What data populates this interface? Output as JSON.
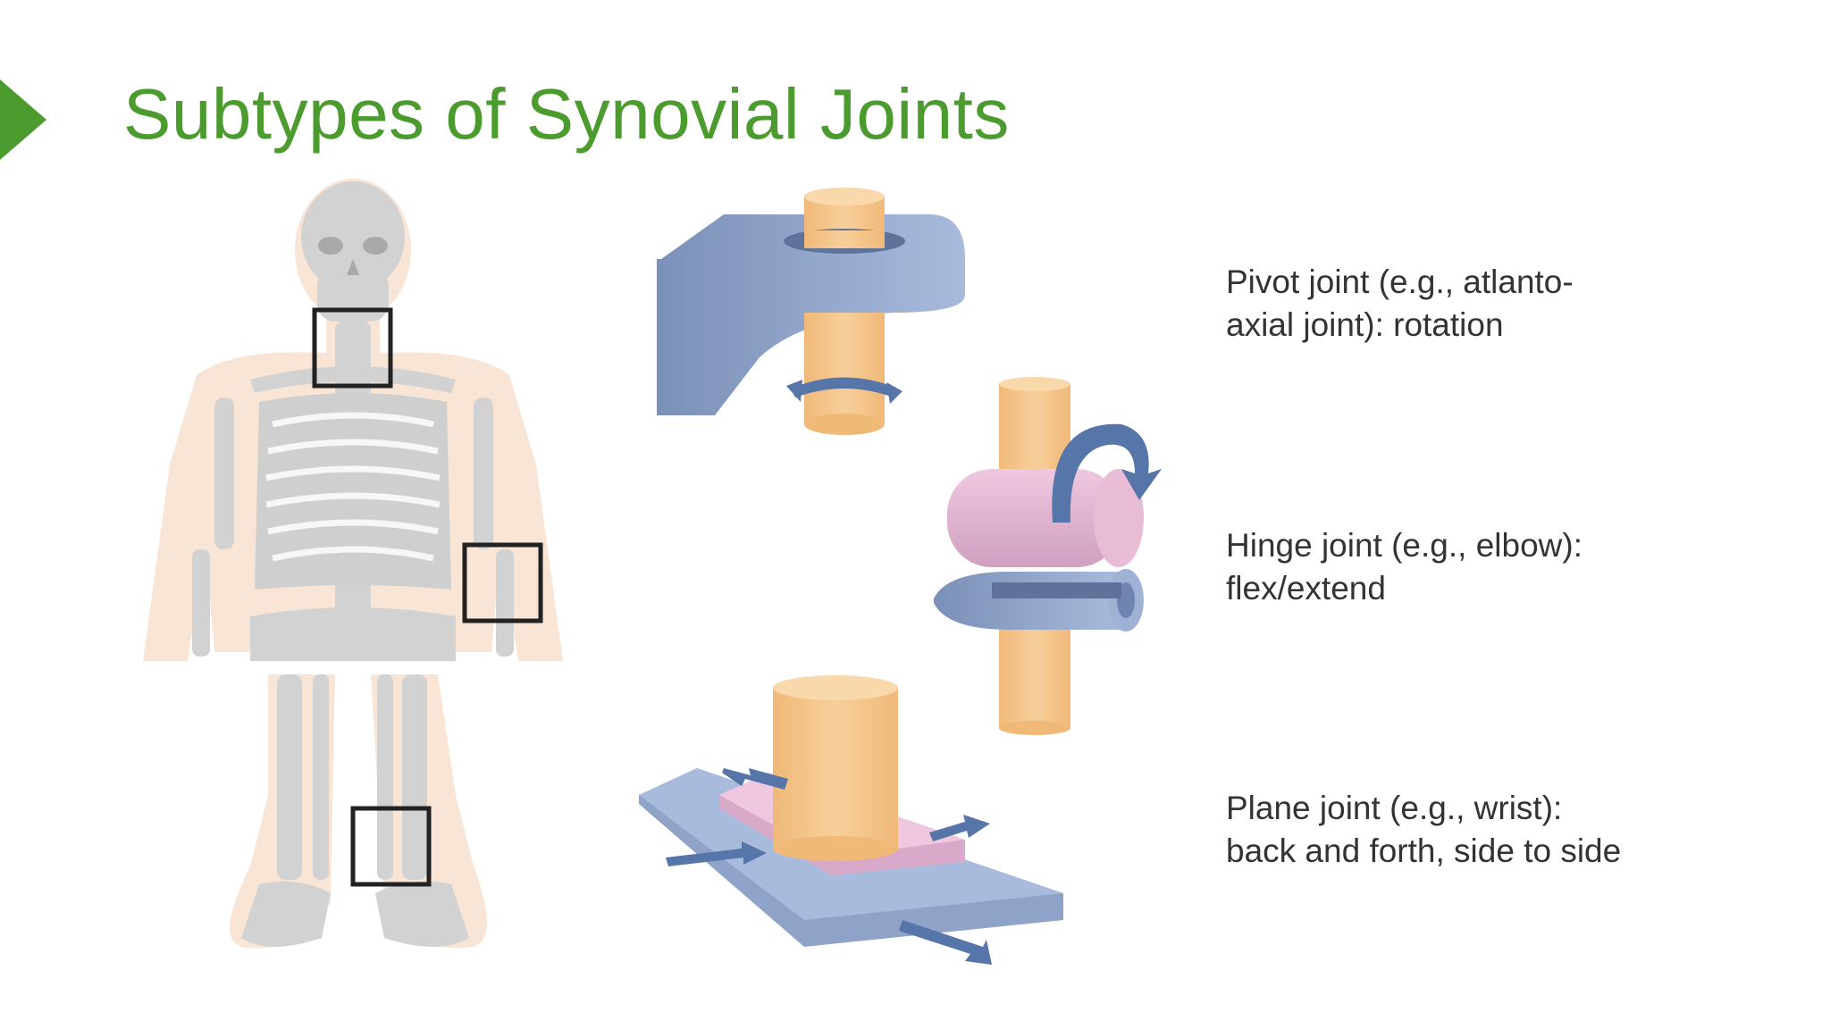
{
  "title": "Subtypes of Synovial Joints",
  "colors": {
    "accent": "#4b9b2f",
    "bone": "#f4c28a",
    "socket": "#8fa3c8",
    "pink": "#e2b6d2",
    "arrow": "#5675a8"
  },
  "labels": [
    {
      "line1": "Pivot joint (e.g., atlanto-",
      "line2": "axial joint): rotation"
    },
    {
      "line1": "Hinge joint (e.g., elbow):",
      "line2": "flex/extend"
    },
    {
      "line1": "Plane joint (e.g., wrist):",
      "line2": "back and forth, side to side"
    }
  ],
  "icons": [
    "skeleton-figure",
    "pivot-joint-diagram",
    "hinge-joint-diagram",
    "plane-joint-diagram"
  ]
}
